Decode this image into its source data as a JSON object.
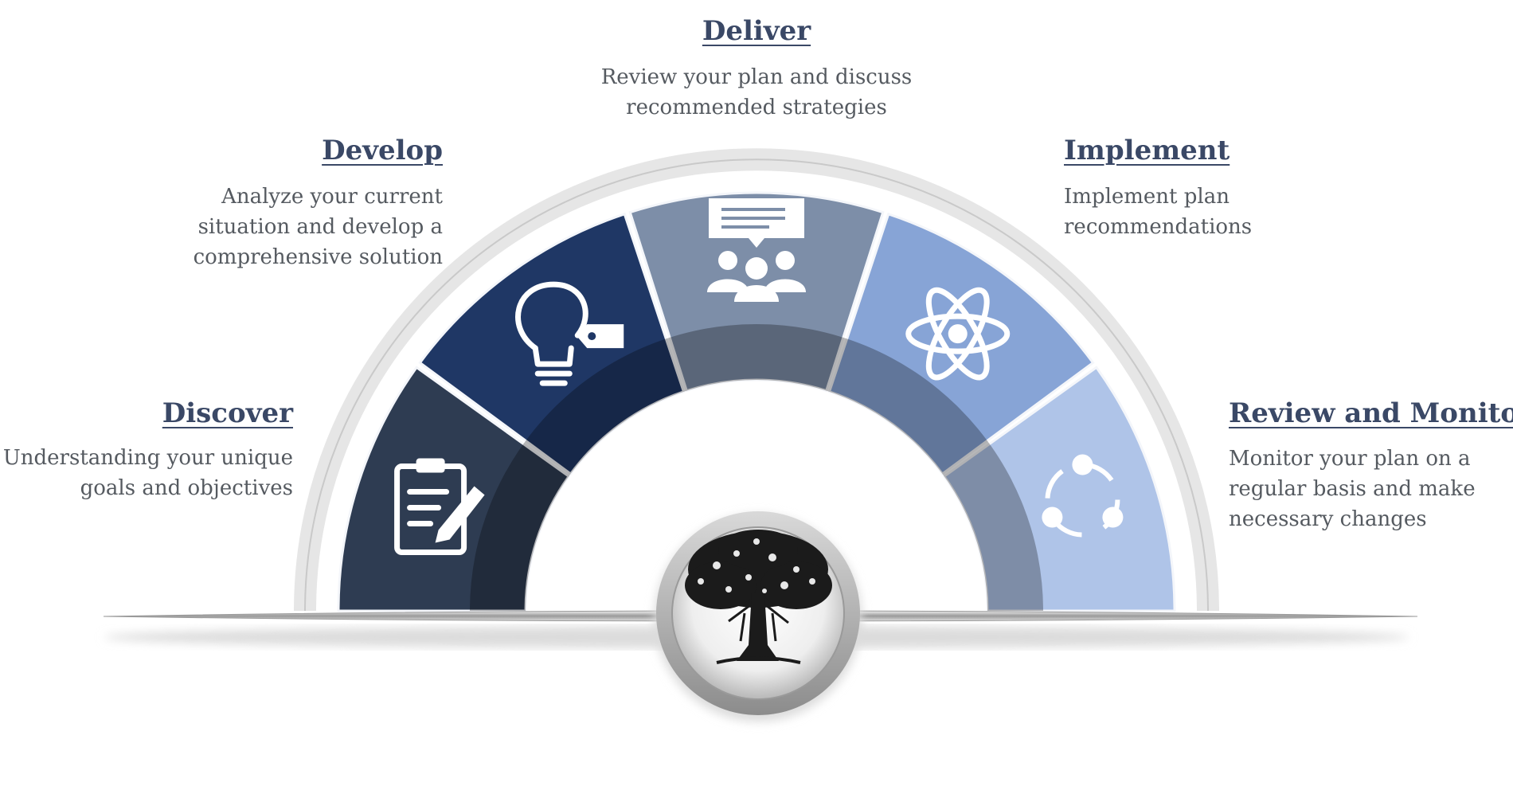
{
  "steps": [
    {
      "title": "Discover",
      "lines": [
        "Understanding your unique",
        "goals and objectives"
      ],
      "icon": "clipboard-pencil-icon",
      "color": "#2e3c52"
    },
    {
      "title": "Develop",
      "lines": [
        "Analyze your current",
        "situation and develop a",
        "comprehensive solution"
      ],
      "icon": "lightbulb-icon",
      "color": "#1f3765"
    },
    {
      "title": "Deliver",
      "lines": [
        "Review your plan and discuss",
        "recommended strategies"
      ],
      "icon": "meeting-chat-icon",
      "color": "#7d8ea8"
    },
    {
      "title": "Implement",
      "lines": [
        "Implement plan",
        "recommendations"
      ],
      "icon": "atom-icon",
      "color": "#87a4d6"
    },
    {
      "title": "Review and Monitor",
      "lines": [
        "Monitor your plan on a",
        "regular basis and make",
        "necessary changes"
      ],
      "icon": "cycle-icon",
      "color": "#afc4e8"
    }
  ],
  "center_logo": "tree-logo-icon"
}
